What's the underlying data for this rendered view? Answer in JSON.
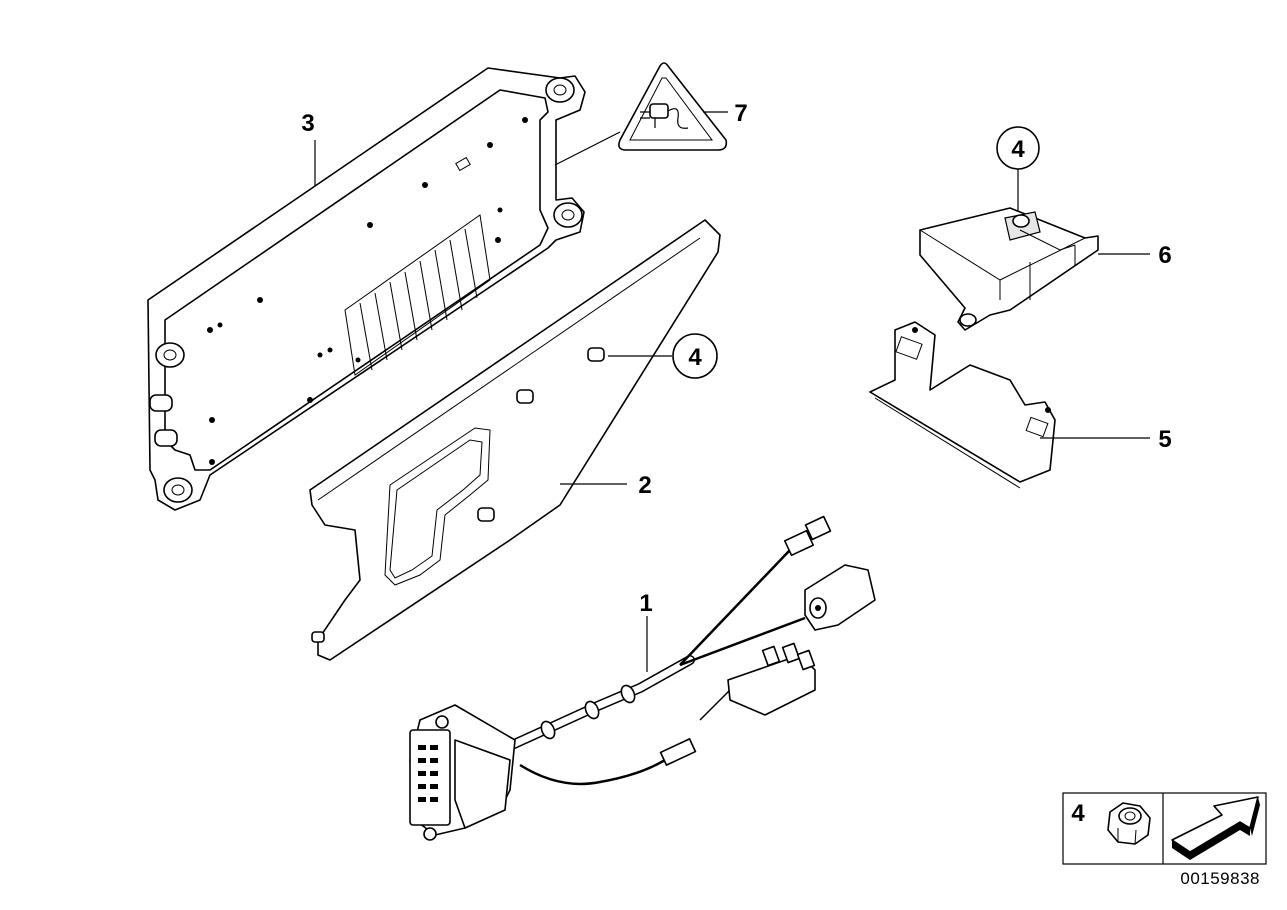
{
  "diagram": {
    "callouts": [
      {
        "label": "1"
      },
      {
        "label": "2"
      },
      {
        "label": "3"
      },
      {
        "label": "4"
      },
      {
        "label": "4"
      },
      {
        "label": "5"
      },
      {
        "label": "6"
      },
      {
        "label": "7"
      }
    ],
    "legend": {
      "item_number": "4"
    },
    "document_number": "00159838"
  }
}
